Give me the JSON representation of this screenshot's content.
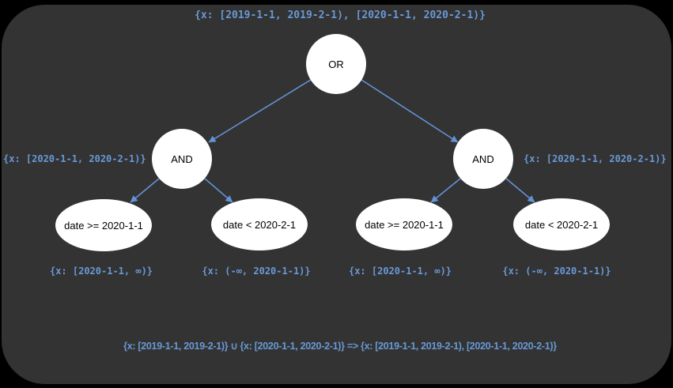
{
  "colors": {
    "background": "#000000",
    "card": "#333333",
    "node-fill": "#ffffff",
    "node-text": "#000000",
    "annotation": "#6899d6",
    "edge": "#6493d6"
  },
  "top_annotation": "{x: [2019-1-1, 2019-2-1), [2020-1-1, 2020-2-1)}",
  "tree": {
    "root": {
      "label": "OR"
    },
    "left_branch": {
      "label": "AND",
      "annotation": "{x: [2020-1-1, 2020-2-1)}",
      "children": [
        {
          "label": "date >= 2020-1-1",
          "annotation": "{x: [2020-1-1, ∞)}"
        },
        {
          "label": "date < 2020-2-1",
          "annotation": "{x: (-∞, 2020-1-1)}"
        }
      ]
    },
    "right_branch": {
      "label": "AND",
      "annotation": "{x: [2020-1-1, 2020-2-1)}",
      "children": [
        {
          "label": "date >= 2020-1-1",
          "annotation": "{x: [2020-1-1, ∞)}"
        },
        {
          "label": "date < 2020-2-1",
          "annotation": "{x: (-∞, 2020-1-1)}"
        }
      ]
    }
  },
  "bottom_formula": "{x: [2019-1-1, 2019-2-1)} ∪ {x: [2020-1-1, 2020-2-1)} => {x: [2019-1-1, 2019-2-1), [2020-1-1, 2020-2-1)}"
}
